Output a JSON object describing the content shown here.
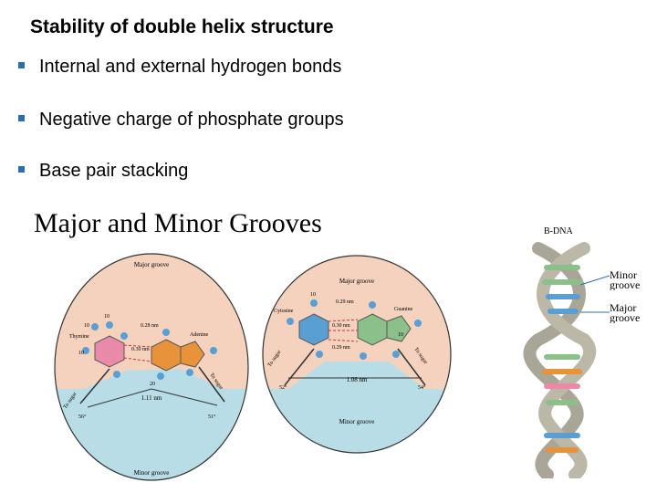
{
  "slide": {
    "title": "Stability of double helix structure",
    "bullets": [
      "Internal and external hydrogen bonds",
      "Negative charge of  phosphate groups",
      "Base pair stacking"
    ],
    "subheading": "Major and Minor Grooves"
  },
  "colors": {
    "bullet_marker": "#2e6db0",
    "groove_peach": "#f5d2bd",
    "groove_blue": "#b9dde6",
    "base_pink": "#e98aa8",
    "base_orange": "#e8923a",
    "base_blue": "#5a9fd4",
    "helix_gray": "#a9a698",
    "helix_green": "#8bc08a"
  },
  "figures": {
    "left": {
      "major_label": "Major groove",
      "minor_label": "Minor groove",
      "base1": "Thymine",
      "base2": "Adenine",
      "distance_top": "0.28 nm",
      "distance_mid": "0.30 nm",
      "bottom_distance": "1.11 nm",
      "sugar_left": "To sugar",
      "sugar_right": "To sugar",
      "angle_left": "56°",
      "angle_right": "51°",
      "atom_labels": [
        "10",
        "10",
        "10",
        "20"
      ]
    },
    "right": {
      "major_label": "Major groove",
      "minor_label": "Minor groove",
      "base1": "Cytosine",
      "base2": "Guanine",
      "distance_top": "0.29 nm",
      "distance_mid": "0.30 nm",
      "distance_low": "0.29 nm",
      "bottom_distance": "1.08 nm",
      "sugar_left": "To sugar",
      "sugar_right": "To sugar",
      "angle_left": "52°",
      "angle_right": "54°",
      "atom_labels": [
        "10",
        "10"
      ]
    },
    "helix": {
      "title": "B-DNA",
      "minor_label": "Minor groove",
      "major_label": "Major groove"
    }
  }
}
